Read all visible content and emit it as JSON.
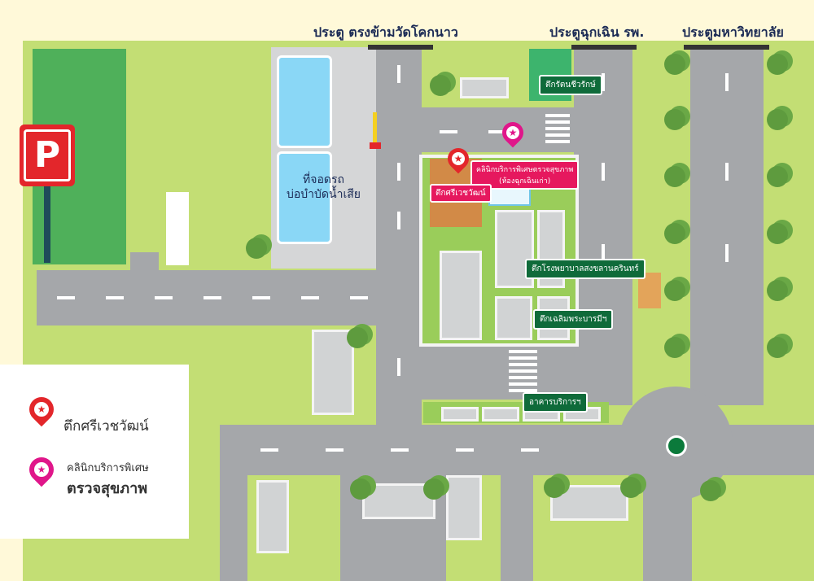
{
  "gates": {
    "wat": "ประตู ตรงข้ามวัดโคกนาว",
    "emergency": "ประตูฉุกเฉิน รพ.",
    "university": "ประตูมหาวิทยาลัย"
  },
  "parking": {
    "sign": "P",
    "label_line1": "ที่จอดรถ",
    "label_line2": "บ่อบำบัดน้ำเสีย"
  },
  "buildings": {
    "srivejwat": "ตึกศรีเวชวัฒน์",
    "clinic": "คลินิกบริการพิเศษตรวจสุขภาพ",
    "clinic_sub": "(ห้องฉุกเฉินเก่า)",
    "rattana": "ตึกรัตนชีวรักษ์",
    "hospital": "ตึกโรงพยาบาลสงขลานครินทร์",
    "chalerm": "ตึกเฉลิมพระบารมีฯ",
    "service": "อาคารบริการฯ"
  },
  "legend": {
    "item1": "ตึกศรีเวชวัฒน์",
    "item2_line1": "คลินิกบริการพิเศษ",
    "item2_line2": "ตรวจสุขภาพ"
  },
  "colors": {
    "red_pin": "#e3262b",
    "pink_pin": "#e0168a",
    "road": "#a5a7aa",
    "grass": "#c3de74"
  }
}
